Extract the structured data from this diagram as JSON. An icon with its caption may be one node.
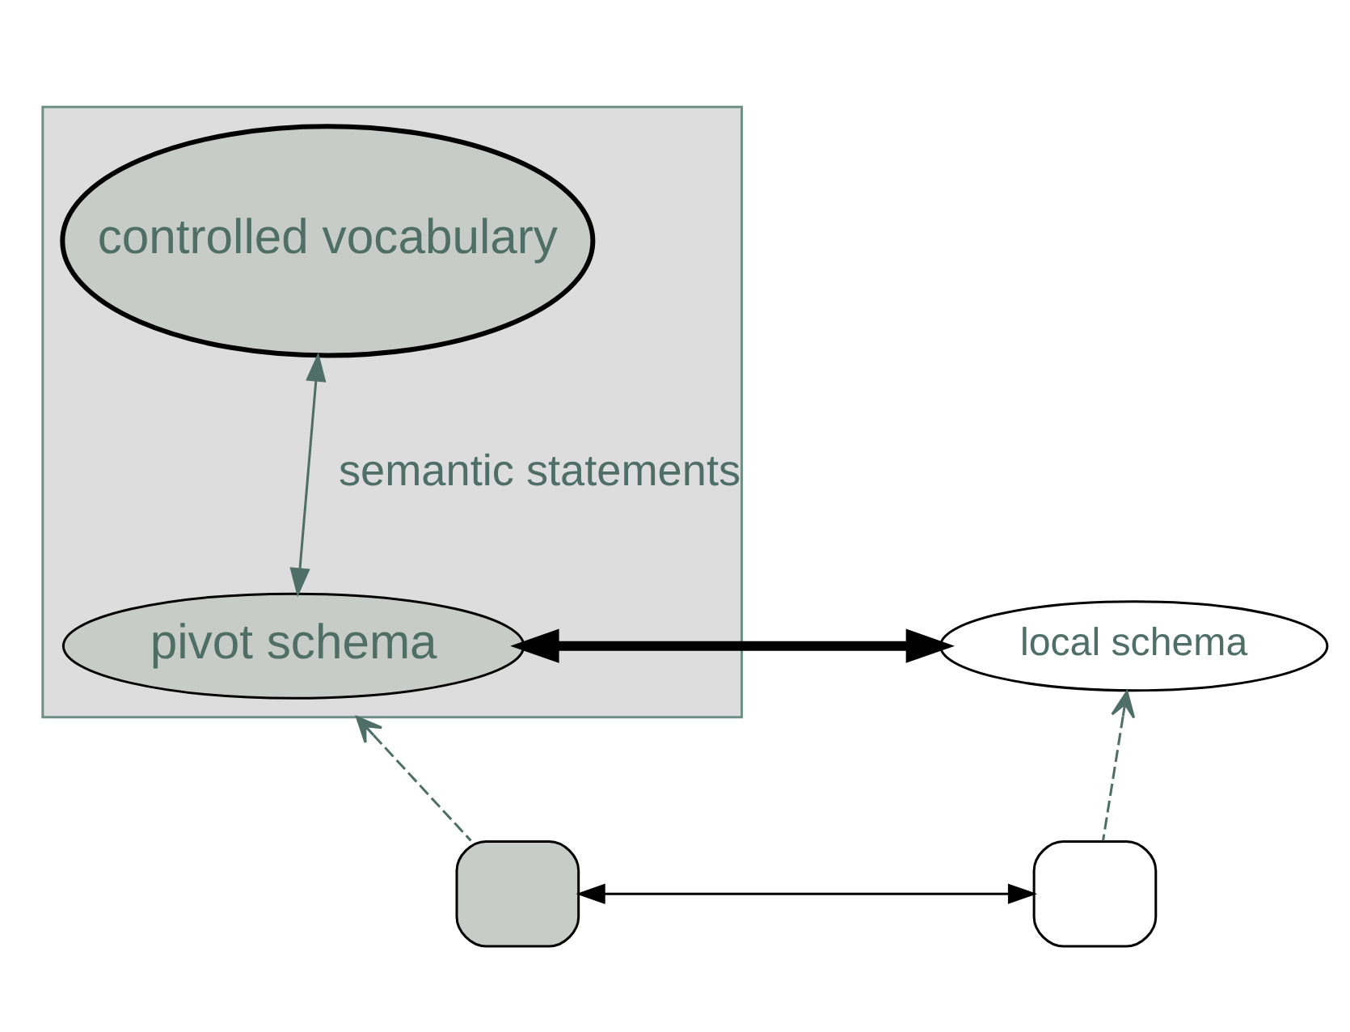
{
  "diagram": {
    "nodes": [
      {
        "text": [],
        "shape": "box"
      },
      {
        "text": [
          "controlled vocabulary"
        ],
        "in": 0
      },
      {
        "text": [
          "pivot schema"
        ],
        "in": 0
      },
      {
        "text": [
          "local schema"
        ]
      },
      {
        "text": [],
        "shape": "box"
      },
      {
        "text": [],
        "shape": "box"
      }
    ],
    "edges": [
      {
        "from": 1,
        "to": 2,
        "arrow": "both",
        "label": "semantic statements"
      },
      {
        "from": 2,
        "to": 3,
        "arrow": "both",
        "style": "thick",
        "color": "#000000"
      },
      {
        "from": 4,
        "to": 0,
        "arrow": "to",
        "style": "dashed"
      },
      {
        "from": 5,
        "to": 3,
        "arrow": "to",
        "style": "dashed"
      },
      {
        "from": 4,
        "to": 5,
        "arrow": "both",
        "color": "#000000"
      }
    ]
  }
}
